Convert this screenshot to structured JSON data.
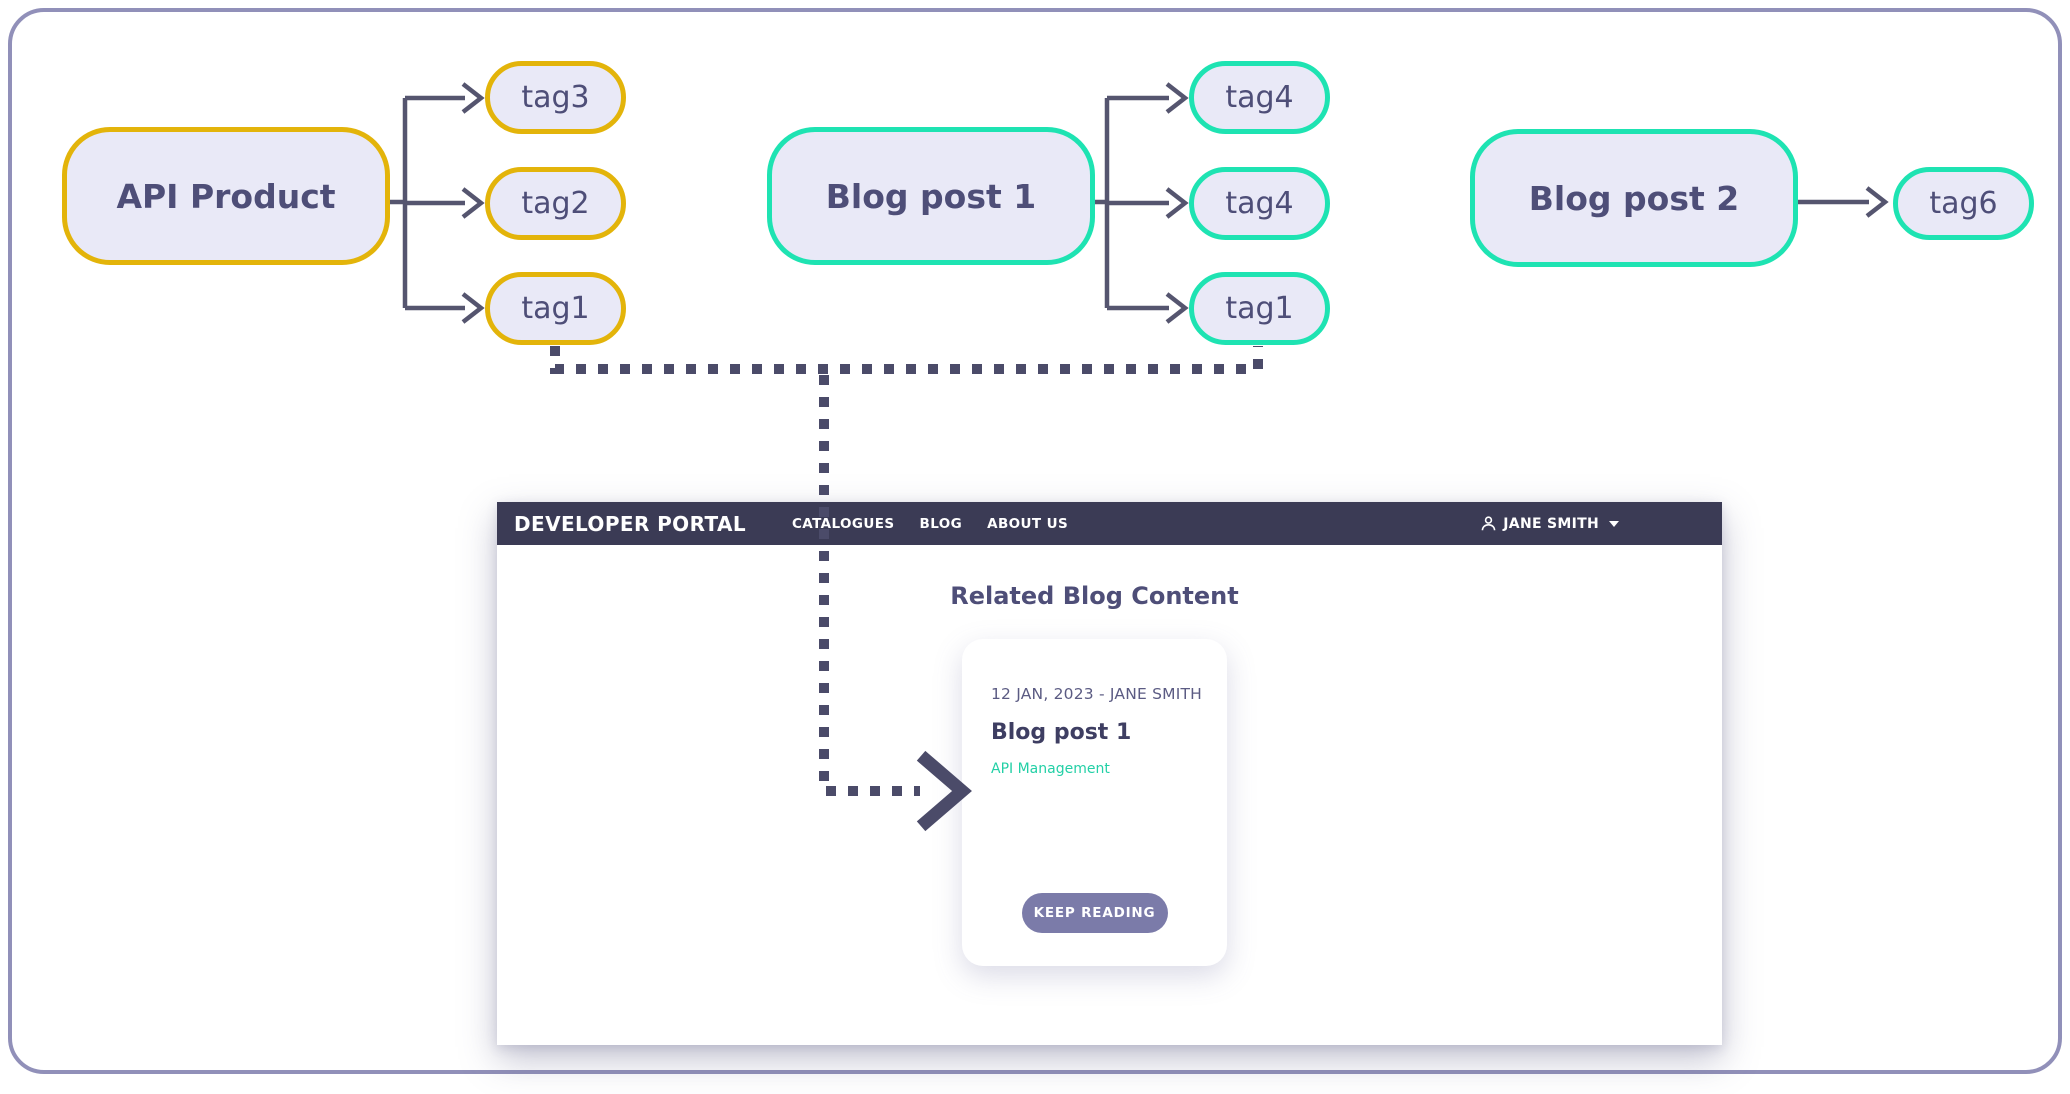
{
  "colors": {
    "yellow_border": "#e3b40a",
    "teal_border": "#1ee3b2",
    "node_fill": "#e9e9f7",
    "node_text": "#4e4e78",
    "connector": "#55556f",
    "dotted_connector": "#4b4b69",
    "frame_border": "#9190b9",
    "navbar_bg": "#3b3b55",
    "tag_link": "#23d0a6",
    "button_bg": "#7b7ba9"
  },
  "diagram": {
    "api_product": {
      "label": "API Product",
      "tags": [
        "tag3",
        "tag2",
        "tag1"
      ]
    },
    "blog_post_1": {
      "label": "Blog post 1",
      "tags": [
        "tag4",
        "tag4",
        "tag1"
      ]
    },
    "blog_post_2": {
      "label": "Blog post 2",
      "tags": [
        "tag6"
      ]
    }
  },
  "portal": {
    "navbar": {
      "brand": "DEVELOPER PORTAL",
      "menu": [
        "CATALOGUES",
        "BLOG",
        "ABOUT US"
      ],
      "user": "JANE SMITH"
    },
    "section_heading": "Related Blog Content",
    "card": {
      "meta": "12 JAN, 2023 - JANE SMITH",
      "title": "Blog post 1",
      "tag": "API Management",
      "button_label": "KEEP READING"
    }
  }
}
